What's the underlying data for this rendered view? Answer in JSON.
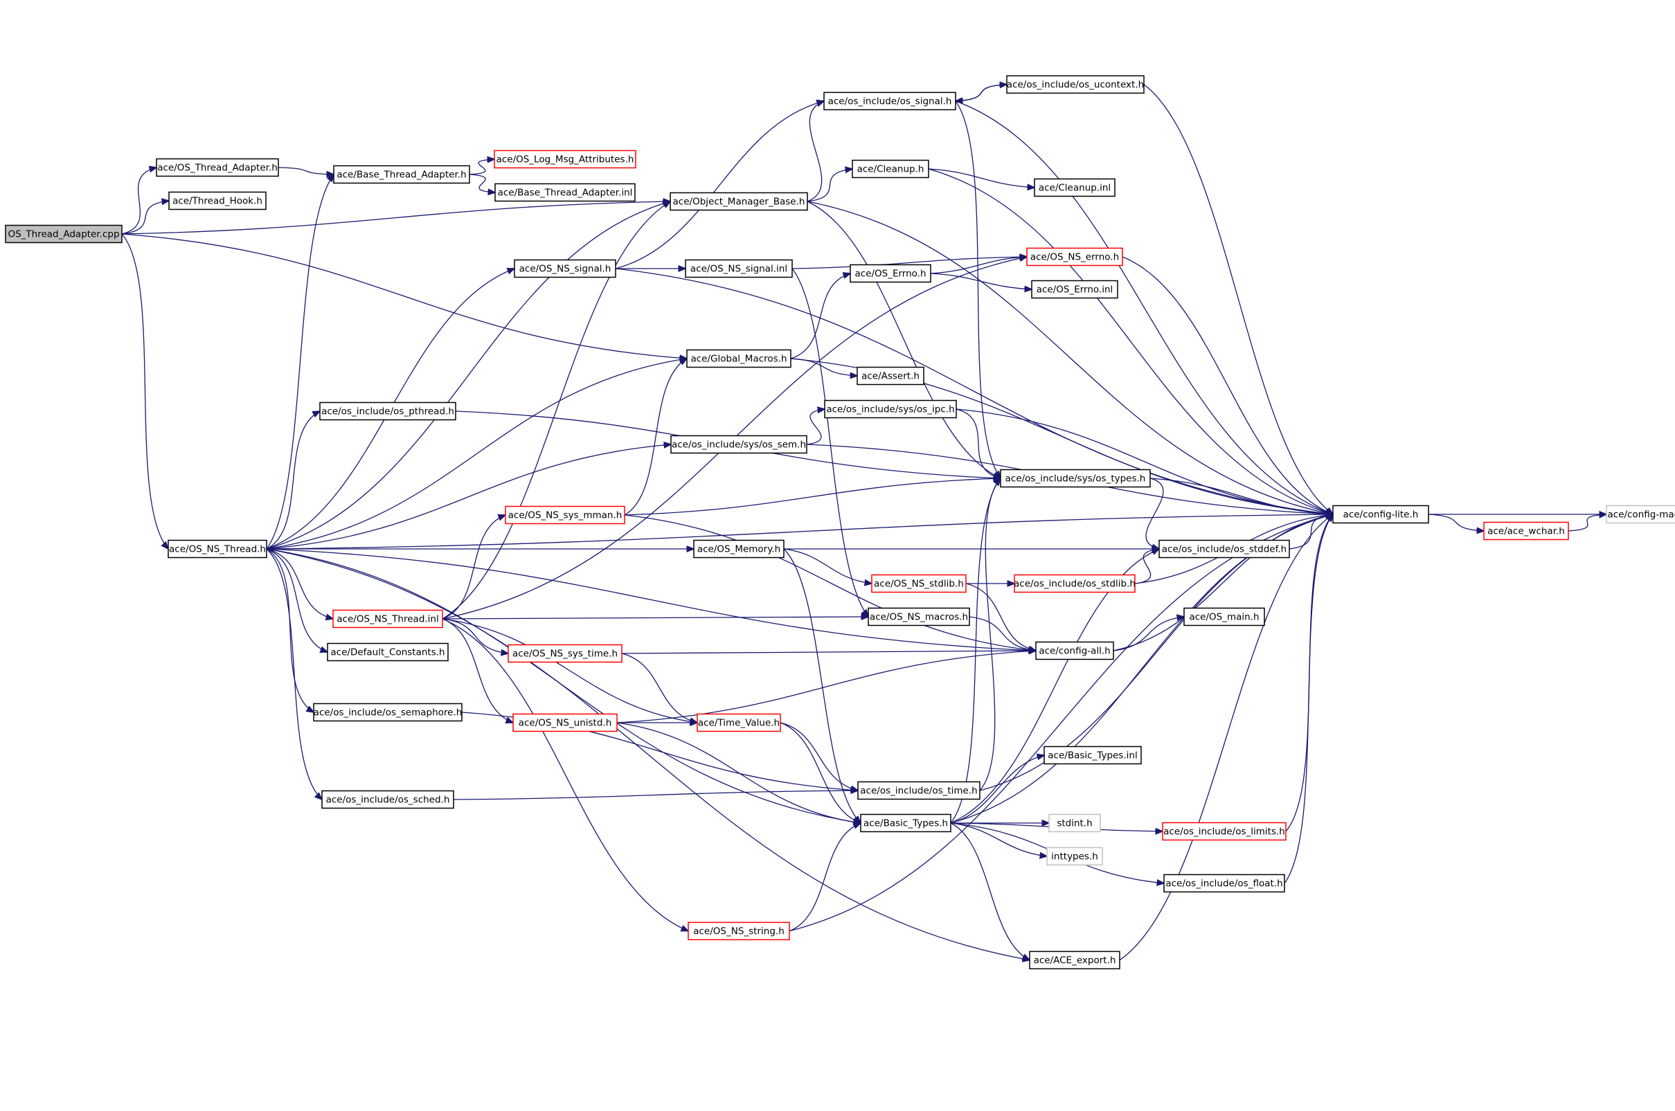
{
  "nodes": [
    {
      "id": "root",
      "label": "OS_Thread_Adapter.cpp",
      "style": "root"
    },
    {
      "id": "osta_h",
      "label": "ace/OS_Thread_Adapter.h",
      "style": "black"
    },
    {
      "id": "thook",
      "label": "ace/Thread_Hook.h",
      "style": "black"
    },
    {
      "id": "bta_h",
      "label": "ace/Base_Thread_Adapter.h",
      "style": "black"
    },
    {
      "id": "logmsg",
      "label": "ace/OS_Log_Msg_Attributes.h",
      "style": "red"
    },
    {
      "id": "bta_inl",
      "label": "ace/Base_Thread_Adapter.inl",
      "style": "black"
    },
    {
      "id": "omb",
      "label": "ace/Object_Manager_Base.h",
      "style": "black"
    },
    {
      "id": "ossig",
      "label": "ace/os_include/os_signal.h",
      "style": "black"
    },
    {
      "id": "ucontext",
      "label": "ace/os_include/os_ucontext.h",
      "style": "black"
    },
    {
      "id": "cleanup_h",
      "label": "ace/Cleanup.h",
      "style": "black"
    },
    {
      "id": "cleanup_inl",
      "label": "ace/Cleanup.inl",
      "style": "black"
    },
    {
      "id": "nssig_h",
      "label": "ace/OS_NS_signal.h",
      "style": "black"
    },
    {
      "id": "nssig_inl",
      "label": "ace/OS_NS_signal.inl",
      "style": "black"
    },
    {
      "id": "errno_h",
      "label": "ace/OS_Errno.h",
      "style": "black"
    },
    {
      "id": "nserrno",
      "label": "ace/OS_NS_errno.h",
      "style": "red"
    },
    {
      "id": "errno_inl",
      "label": "ace/OS_Errno.inl",
      "style": "black"
    },
    {
      "id": "gmacros",
      "label": "ace/Global_Macros.h",
      "style": "black"
    },
    {
      "id": "assert",
      "label": "ace/Assert.h",
      "style": "black"
    },
    {
      "id": "pthread",
      "label": "ace/os_include/os_pthread.h",
      "style": "black"
    },
    {
      "id": "ipc",
      "label": "ace/os_include/sys/os_ipc.h",
      "style": "black"
    },
    {
      "id": "sem",
      "label": "ace/os_include/sys/os_sem.h",
      "style": "black"
    },
    {
      "id": "systypes",
      "label": "ace/os_include/sys/os_types.h",
      "style": "black"
    },
    {
      "id": "mman",
      "label": "ace/OS_NS_sys_mman.h",
      "style": "red"
    },
    {
      "id": "cfglite",
      "label": "ace/config-lite.h",
      "style": "black"
    },
    {
      "id": "wchar",
      "label": "ace/ace_wchar.h",
      "style": "red"
    },
    {
      "id": "cfgmacros",
      "label": "ace/config-macros.h",
      "style": "gray"
    },
    {
      "id": "nsthread",
      "label": "ace/OS_NS_Thread.h",
      "style": "black"
    },
    {
      "id": "memory",
      "label": "ace/OS_Memory.h",
      "style": "black"
    },
    {
      "id": "stddef",
      "label": "ace/os_include/os_stddef.h",
      "style": "black"
    },
    {
      "id": "nsstdlib",
      "label": "ace/OS_NS_stdlib.h",
      "style": "red"
    },
    {
      "id": "osstdlib",
      "label": "ace/os_include/os_stdlib.h",
      "style": "red"
    },
    {
      "id": "nsthread_inl",
      "label": "ace/OS_NS_Thread.inl",
      "style": "red"
    },
    {
      "id": "nsmacros",
      "label": "ace/OS_NS_macros.h",
      "style": "black"
    },
    {
      "id": "osmain",
      "label": "ace/OS_main.h",
      "style": "black"
    },
    {
      "id": "cfgall",
      "label": "ace/config-all.h",
      "style": "black"
    },
    {
      "id": "defconst",
      "label": "ace/Default_Constants.h",
      "style": "black"
    },
    {
      "id": "systime",
      "label": "ace/OS_NS_sys_time.h",
      "style": "red"
    },
    {
      "id": "semaphore",
      "label": "ace/os_include/os_semaphore.h",
      "style": "black"
    },
    {
      "id": "unistd",
      "label": "ace/OS_NS_unistd.h",
      "style": "red"
    },
    {
      "id": "timevalue",
      "label": "ace/Time_Value.h",
      "style": "red"
    },
    {
      "id": "btypes_inl",
      "label": "ace/Basic_Types.inl",
      "style": "black"
    },
    {
      "id": "sched",
      "label": "ace/os_include/os_sched.h",
      "style": "black"
    },
    {
      "id": "ostime",
      "label": "ace/os_include/os_time.h",
      "style": "black"
    },
    {
      "id": "btypes",
      "label": "ace/Basic_Types.h",
      "style": "black"
    },
    {
      "id": "stdint",
      "label": "stdint.h",
      "style": "gray"
    },
    {
      "id": "limits",
      "label": "ace/os_include/os_limits.h",
      "style": "red"
    },
    {
      "id": "inttypes",
      "label": "inttypes.h",
      "style": "gray"
    },
    {
      "id": "float",
      "label": "ace/os_include/os_float.h",
      "style": "black"
    },
    {
      "id": "nsstring",
      "label": "ace/OS_NS_string.h",
      "style": "red"
    },
    {
      "id": "aceexport",
      "label": "ace/ACE_export.h",
      "style": "black"
    }
  ],
  "edges": [
    [
      "root",
      "osta_h"
    ],
    [
      "root",
      "thook"
    ],
    [
      "root",
      "omb"
    ],
    [
      "root",
      "gmacros"
    ],
    [
      "root",
      "nsthread"
    ],
    [
      "osta_h",
      "bta_h"
    ],
    [
      "bta_h",
      "logmsg"
    ],
    [
      "bta_h",
      "bta_inl"
    ],
    [
      "ossig",
      "ucontext"
    ],
    [
      "ucontext",
      "ossig"
    ],
    [
      "ossig",
      "cfglite"
    ],
    [
      "ossig",
      "systypes"
    ],
    [
      "ucontext",
      "cfglite"
    ],
    [
      "omb",
      "ossig"
    ],
    [
      "omb",
      "cleanup_h"
    ],
    [
      "omb",
      "cfglite"
    ],
    [
      "omb",
      "systypes"
    ],
    [
      "cleanup_h",
      "cleanup_inl"
    ],
    [
      "cleanup_h",
      "cfglite"
    ],
    [
      "nssig_h",
      "nssig_inl"
    ],
    [
      "nssig_h",
      "ossig"
    ],
    [
      "nssig_h",
      "cfglite"
    ],
    [
      "nssig_inl",
      "nserrno"
    ],
    [
      "nssig_inl",
      "nsmacros"
    ],
    [
      "errno_h",
      "nserrno"
    ],
    [
      "errno_h",
      "errno_inl"
    ],
    [
      "nserrno",
      "cfglite"
    ],
    [
      "gmacros",
      "errno_h"
    ],
    [
      "gmacros",
      "assert"
    ],
    [
      "gmacros",
      "cfglite"
    ],
    [
      "pthread",
      "systypes"
    ],
    [
      "ipc",
      "systypes"
    ],
    [
      "ipc",
      "cfglite"
    ],
    [
      "sem",
      "ipc"
    ],
    [
      "sem",
      "cfglite"
    ],
    [
      "systypes",
      "cfglite"
    ],
    [
      "systypes",
      "stddef"
    ],
    [
      "mman",
      "gmacros"
    ],
    [
      "mman",
      "systypes"
    ],
    [
      "mman",
      "cfgall"
    ],
    [
      "cfglite",
      "wchar"
    ],
    [
      "cfglite",
      "cfgmacros"
    ],
    [
      "wchar",
      "cfgmacros"
    ],
    [
      "nsthread",
      "bta_h"
    ],
    [
      "nsthread",
      "omb"
    ],
    [
      "nsthread",
      "nssig_h"
    ],
    [
      "nsthread",
      "gmacros"
    ],
    [
      "nsthread",
      "pthread"
    ],
    [
      "nsthread",
      "sem"
    ],
    [
      "nsthread",
      "memory"
    ],
    [
      "nsthread",
      "nsthread_inl"
    ],
    [
      "nsthread",
      "defconst"
    ],
    [
      "nsthread",
      "semaphore"
    ],
    [
      "nsthread",
      "sched"
    ],
    [
      "nsthread",
      "btypes"
    ],
    [
      "nsthread",
      "aceexport"
    ],
    [
      "nsthread",
      "cfgall"
    ],
    [
      "nsthread",
      "cfglite"
    ],
    [
      "memory",
      "stddef"
    ],
    [
      "memory",
      "nsstdlib"
    ],
    [
      "memory",
      "btypes"
    ],
    [
      "stddef",
      "cfglite"
    ],
    [
      "nsstdlib",
      "osstdlib"
    ],
    [
      "nsstdlib",
      "cfgall"
    ],
    [
      "osstdlib",
      "stddef"
    ],
    [
      "osstdlib",
      "cfglite"
    ],
    [
      "nsthread_inl",
      "mman"
    ],
    [
      "nsthread_inl",
      "nsmacros"
    ],
    [
      "nsthread_inl",
      "systime"
    ],
    [
      "nsthread_inl",
      "unistd"
    ],
    [
      "nsthread_inl",
      "timevalue"
    ],
    [
      "nsthread_inl",
      "nsstring"
    ],
    [
      "nsthread_inl",
      "nserrno"
    ],
    [
      "nsthread_inl",
      "omb"
    ],
    [
      "nsmacros",
      "cfgall"
    ],
    [
      "cfgall",
      "osmain"
    ],
    [
      "cfgall",
      "cfglite"
    ],
    [
      "systime",
      "timevalue"
    ],
    [
      "systime",
      "cfgall"
    ],
    [
      "semaphore",
      "ostime"
    ],
    [
      "unistd",
      "timevalue"
    ],
    [
      "unistd",
      "btypes"
    ],
    [
      "unistd",
      "cfgall"
    ],
    [
      "timevalue",
      "ostime"
    ],
    [
      "timevalue",
      "btypes"
    ],
    [
      "sched",
      "ostime"
    ],
    [
      "ostime",
      "systypes"
    ],
    [
      "ostime",
      "cfglite"
    ],
    [
      "btypes",
      "btypes_inl"
    ],
    [
      "btypes",
      "stdint"
    ],
    [
      "btypes",
      "inttypes"
    ],
    [
      "btypes",
      "limits"
    ],
    [
      "btypes",
      "float"
    ],
    [
      "btypes",
      "aceexport"
    ],
    [
      "btypes",
      "cfglite"
    ],
    [
      "btypes",
      "systypes"
    ],
    [
      "btypes",
      "stddef"
    ],
    [
      "limits",
      "cfglite"
    ],
    [
      "float",
      "cfglite"
    ],
    [
      "nsstring",
      "btypes"
    ],
    [
      "nsstring",
      "cfglite"
    ],
    [
      "aceexport",
      "cfglite"
    ]
  ]
}
